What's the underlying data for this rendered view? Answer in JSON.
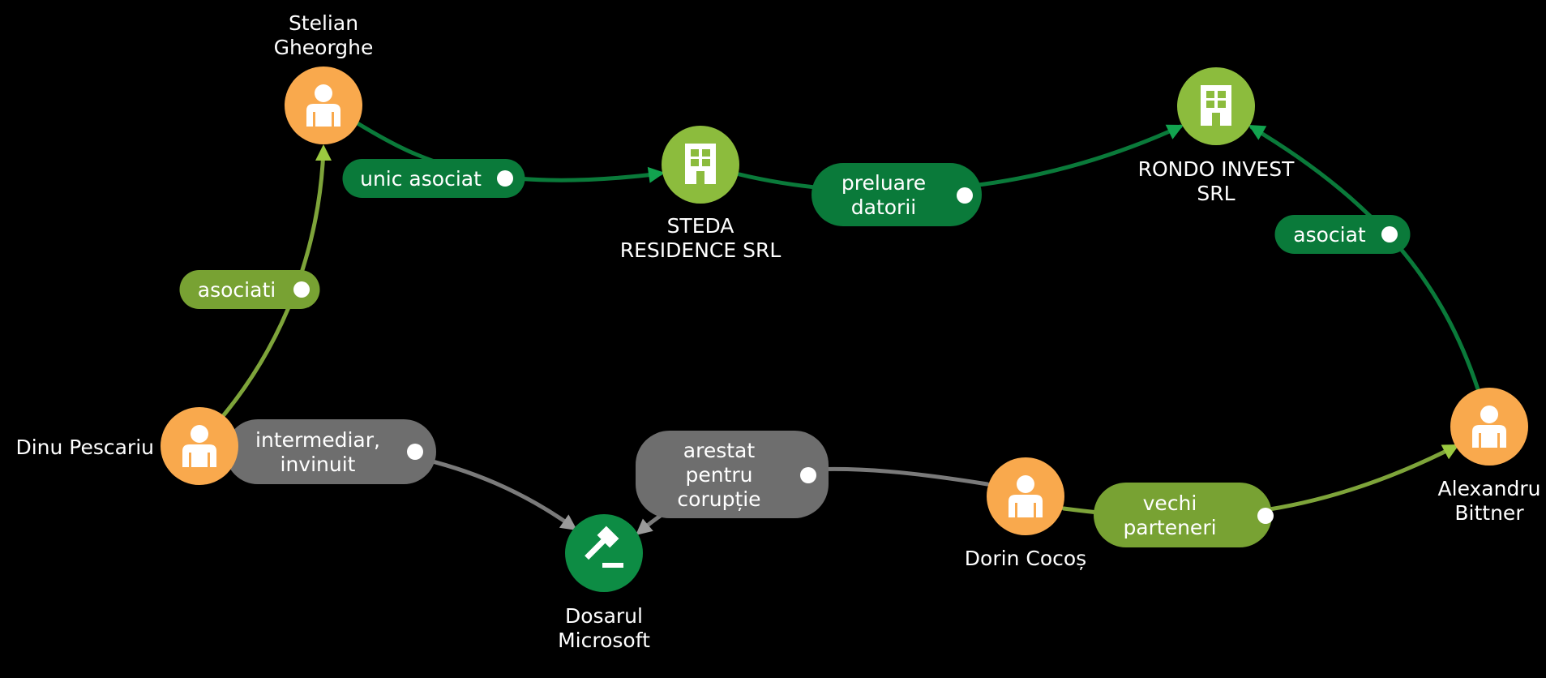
{
  "colors": {
    "background": "#000000",
    "person": "#f9a94d",
    "company": "#8cbc3d",
    "case": "#0d8c44",
    "edge_dark_green": "#0a7a3a",
    "edge_light_green": "#7ea43a",
    "edge_gray": "#7a7a7a",
    "pill_dark_green": "#0a7a3a",
    "pill_light_green": "#78a233",
    "pill_gray": "#6e6e6e"
  },
  "nodes": [
    {
      "id": "stelian",
      "type": "person",
      "icon": "person-icon",
      "label_lines": [
        "Stelian",
        "Gheorghe"
      ]
    },
    {
      "id": "steda",
      "type": "company",
      "icon": "building-icon",
      "label_lines": [
        "STEDA",
        "RESIDENCE SRL"
      ]
    },
    {
      "id": "rondo",
      "type": "company",
      "icon": "building-icon",
      "label_lines": [
        "RONDO INVEST",
        "SRL"
      ]
    },
    {
      "id": "dinu",
      "type": "person",
      "icon": "person-icon",
      "label_lines": [
        "Dinu Pescariu"
      ]
    },
    {
      "id": "dosarul",
      "type": "case",
      "icon": "gavel-icon",
      "label_lines": [
        "Dosarul",
        "Microsoft"
      ]
    },
    {
      "id": "dorin",
      "type": "person",
      "icon": "person-icon",
      "label_lines": [
        "Dorin Cocoș"
      ]
    },
    {
      "id": "alexandru",
      "type": "person",
      "icon": "person-icon",
      "label_lines": [
        "Alexandru",
        "Bittner"
      ]
    }
  ],
  "edges": [
    {
      "id": "e1",
      "from": "stelian",
      "to": "steda",
      "style": "dark_green",
      "label_lines": [
        "unic asociat"
      ]
    },
    {
      "id": "e2",
      "from": "steda",
      "to": "rondo",
      "style": "dark_green",
      "label_lines": [
        "preluare",
        "datorii"
      ]
    },
    {
      "id": "e3",
      "from": "alexandru",
      "to": "rondo",
      "style": "dark_green",
      "label_lines": [
        "asociat"
      ]
    },
    {
      "id": "e4",
      "from": "dinu",
      "to": "stelian",
      "style": "light_green",
      "label_lines": [
        "asociati"
      ]
    },
    {
      "id": "e5",
      "from": "dinu",
      "to": "dosarul",
      "style": "gray",
      "label_lines": [
        "intermediar,",
        "invinuit"
      ]
    },
    {
      "id": "e6",
      "from": "dorin",
      "to": "dosarul",
      "style": "gray",
      "label_lines": [
        "arestat",
        "pentru",
        "corupție"
      ]
    },
    {
      "id": "e7",
      "from": "dorin",
      "to": "alexandru",
      "style": "light_green",
      "label_lines": [
        "vechi",
        "parteneri"
      ]
    }
  ]
}
